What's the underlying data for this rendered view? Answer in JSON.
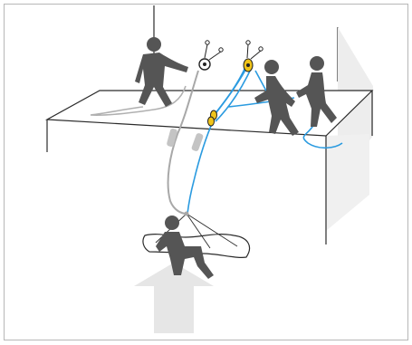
{
  "diagram": {
    "colors": {
      "frame": "#b7b7b7",
      "structure": "#2b2b2b",
      "figure": "#555555",
      "rope_blue": "#2b9be0",
      "rope_grey": "#a8a8a8",
      "arrow_fill": "#e6e6e6",
      "device_yellow": "#f0c419",
      "hardware": "#222222"
    },
    "figures": [
      {
        "name": "anchor-person",
        "role": "standing at edge near anchor"
      },
      {
        "name": "hauler-front",
        "role": "pulling rope"
      },
      {
        "name": "hauler-back",
        "role": "pulling rope"
      },
      {
        "name": "rescued-person",
        "role": "seated in stretcher, being lifted"
      }
    ],
    "icons": [
      "upward-arrow-icon",
      "pulley-icon",
      "carabiner-icon",
      "rope-bag-icon"
    ]
  }
}
